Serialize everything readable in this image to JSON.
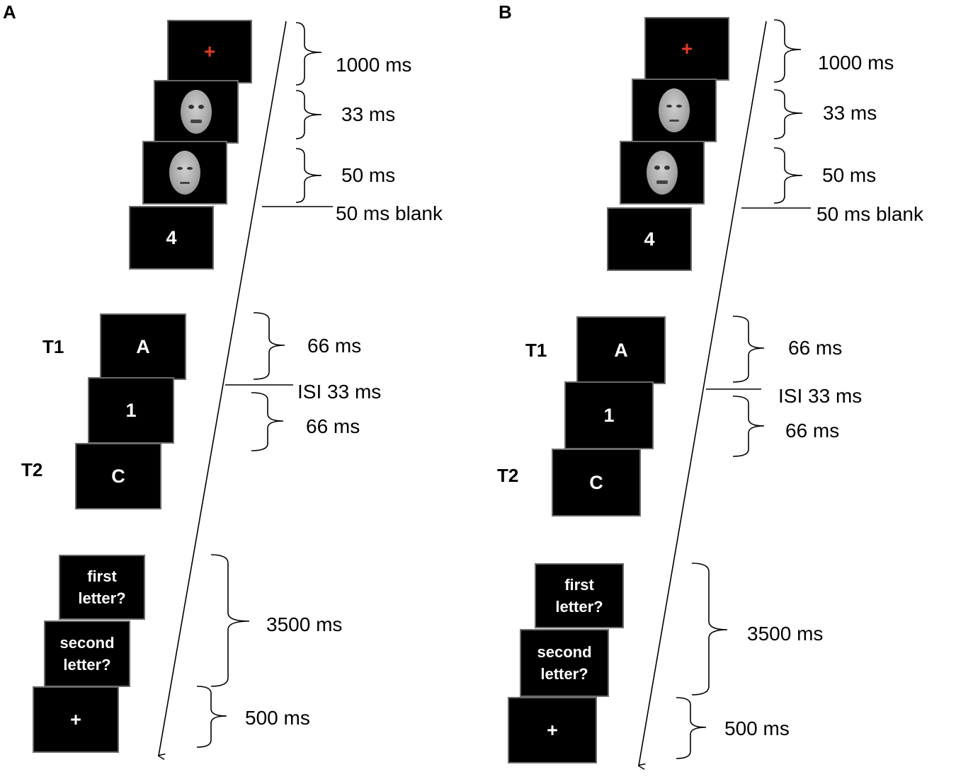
{
  "panels": [
    {
      "label": "A",
      "faces": [
        "fearful",
        "neutral"
      ],
      "screens": {
        "digit": "4",
        "t1": "A",
        "mask": "1",
        "t2": "C",
        "q1": [
          "first",
          "letter?"
        ],
        "q2": [
          "second",
          "letter?"
        ],
        "fixation": "+"
      },
      "target_labels": [
        "T1",
        "T2"
      ],
      "timings": [
        "1000 ms",
        "33 ms",
        "50 ms",
        "50 ms blank",
        "66  ms",
        "ISI 33 ms",
        "66 ms",
        "3500 ms",
        "500 ms"
      ]
    },
    {
      "label": "B",
      "faces": [
        "neutral",
        "fearful"
      ],
      "screens": {
        "digit": "4",
        "t1": "A",
        "mask": "1",
        "t2": "C",
        "q1": [
          "first",
          "letter?"
        ],
        "q2": [
          "second",
          "letter?"
        ],
        "fixation": "+"
      },
      "target_labels": [
        "T1",
        "T2"
      ],
      "timings": [
        "1000 ms",
        "33 ms",
        "50 ms",
        "50 ms blank",
        "66 ms",
        "ISI 33 ms",
        "66 ms",
        "3500 ms",
        "500 ms"
      ]
    }
  ],
  "colors": {
    "fixation_red": "#e03b24",
    "screen": "#000000"
  }
}
